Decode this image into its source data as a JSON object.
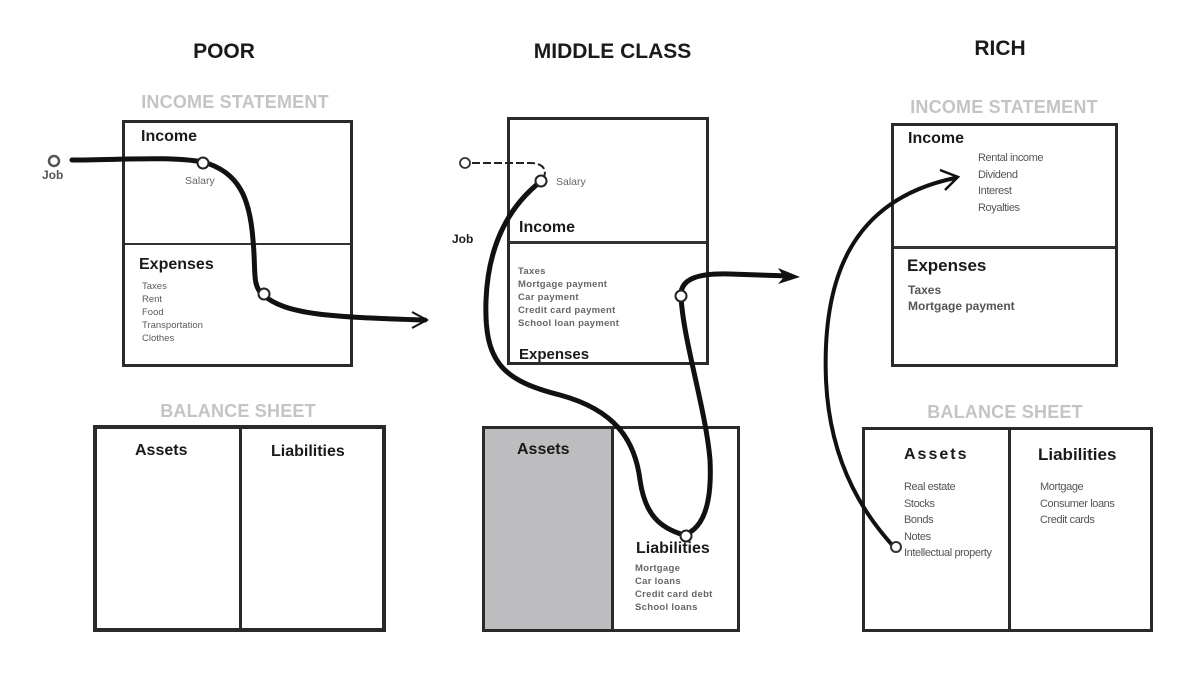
{
  "columns": {
    "poor": {
      "title": "POOR",
      "income_statement": {
        "title": "INCOME STATEMENT",
        "income_label": "Income",
        "expenses_label": "Expenses",
        "expenses": [
          "Taxes",
          "Rent",
          "Food",
          "Transportation",
          "Clothes"
        ]
      },
      "flow_labels": {
        "source": "Job",
        "salary": "Salary"
      },
      "balance_sheet": {
        "title": "BALANCE SHEET",
        "assets_label": "Assets",
        "liabilities_label": "Liabilities"
      }
    },
    "middle": {
      "title": "MIDDLE CLASS",
      "income_statement": {
        "income_label": "Income",
        "expenses_label": "Expenses",
        "expenses": [
          "Taxes",
          "Mortgage payment",
          "Car payment",
          "Credit card payment",
          "School loan payment"
        ]
      },
      "flow_labels": {
        "source": "Job",
        "salary": "Salary"
      },
      "balance_sheet": {
        "assets_label": "Assets",
        "liabilities_label": "Liabilities",
        "liabilities": [
          "Mortgage",
          "Car loans",
          "Credit card debt",
          "School loans"
        ]
      }
    },
    "rich": {
      "title": "RICH",
      "income_statement": {
        "title": "INCOME STATEMENT",
        "income_label": "Income",
        "income": [
          "Rental income",
          "Dividend",
          "Interest",
          "Royalties"
        ],
        "expenses_label": "Expenses",
        "expenses": [
          "Taxes",
          "Mortgage payment"
        ]
      },
      "balance_sheet": {
        "title": "BALANCE SHEET",
        "assets_label": "Assets",
        "assets": [
          "Real estate",
          "Stocks",
          "Bonds",
          "Notes",
          "Intellectual property"
        ],
        "liabilities_label": "Liabilities",
        "liabilities": [
          "Mortgage",
          "Consumer loans",
          "Credit cards"
        ]
      }
    }
  },
  "colors": {
    "ink": "#1a1a1a",
    "section_title": "#c4c4c4",
    "item_text": "#5a5a5a",
    "middle_assets_fill": "#bdbdbf"
  }
}
